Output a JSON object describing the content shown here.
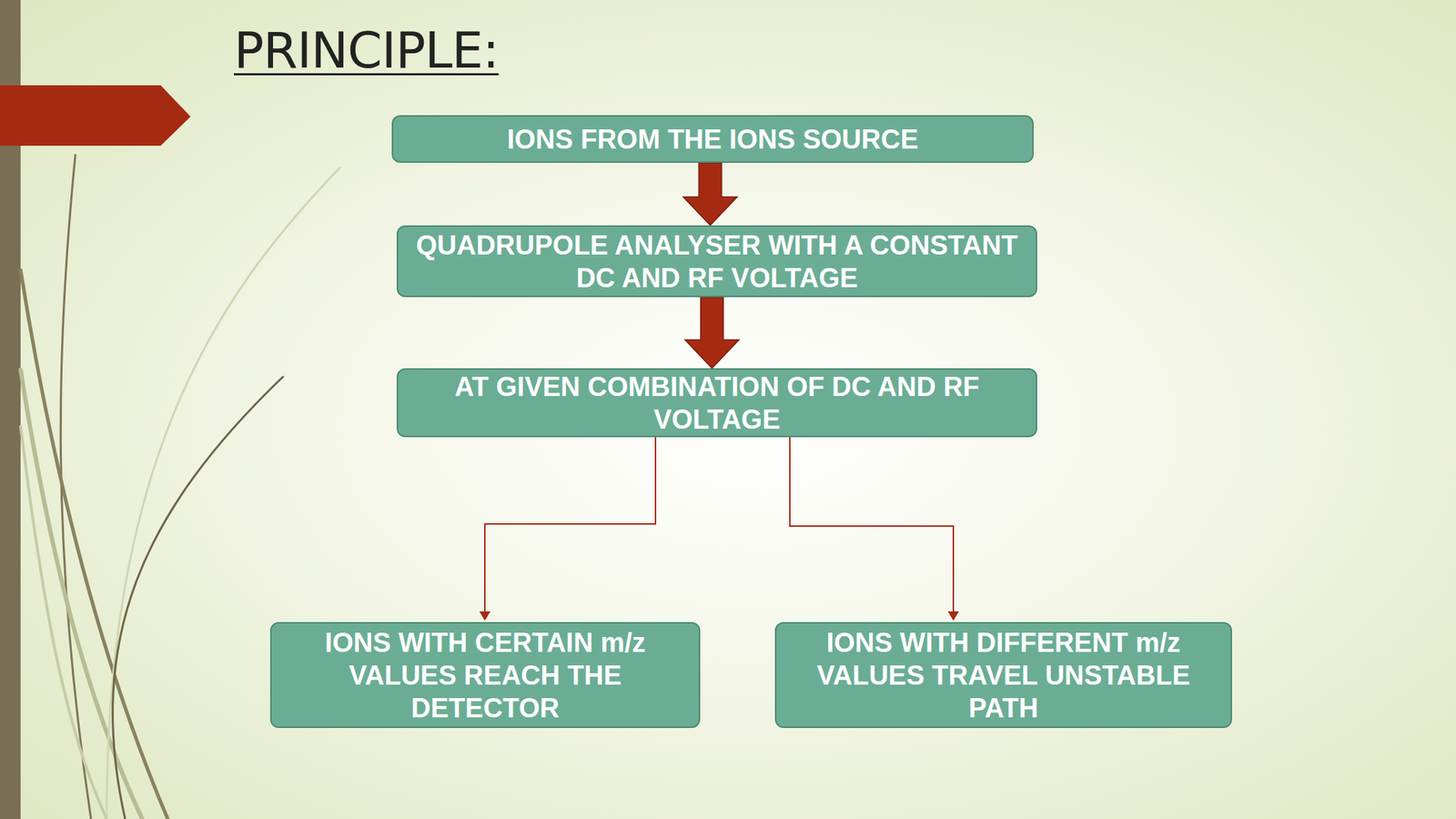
{
  "diagram": {
    "title": "PRINCIPLE:",
    "nodes": [
      {
        "text": [
          "IONS FROM THE IONS SOURCE"
        ]
      },
      {
        "text": [
          "QUADRUPOLE ANALYSER WITH A CONSTANT DC AND RF VOLTAGE"
        ]
      },
      {
        "text": [
          "AT GIVEN COMBINATION OF DC AND RF VOLTAGE"
        ]
      },
      {
        "text": [
          "IONS WITH CERTAIN m/z VALUES REACH THE DETECTOR"
        ]
      },
      {
        "text": [
          "IONS WITH DIFFERENT m/z VALUES TRAVEL UNSTABLE PATH"
        ]
      }
    ],
    "edges": [
      {
        "from": 0,
        "to": 1,
        "arrow": "to"
      },
      {
        "from": 1,
        "to": 2,
        "arrow": "to"
      },
      {
        "from": 2,
        "to": 3,
        "arrow": "to"
      },
      {
        "from": 2,
        "to": 4,
        "arrow": "to"
      }
    ]
  }
}
